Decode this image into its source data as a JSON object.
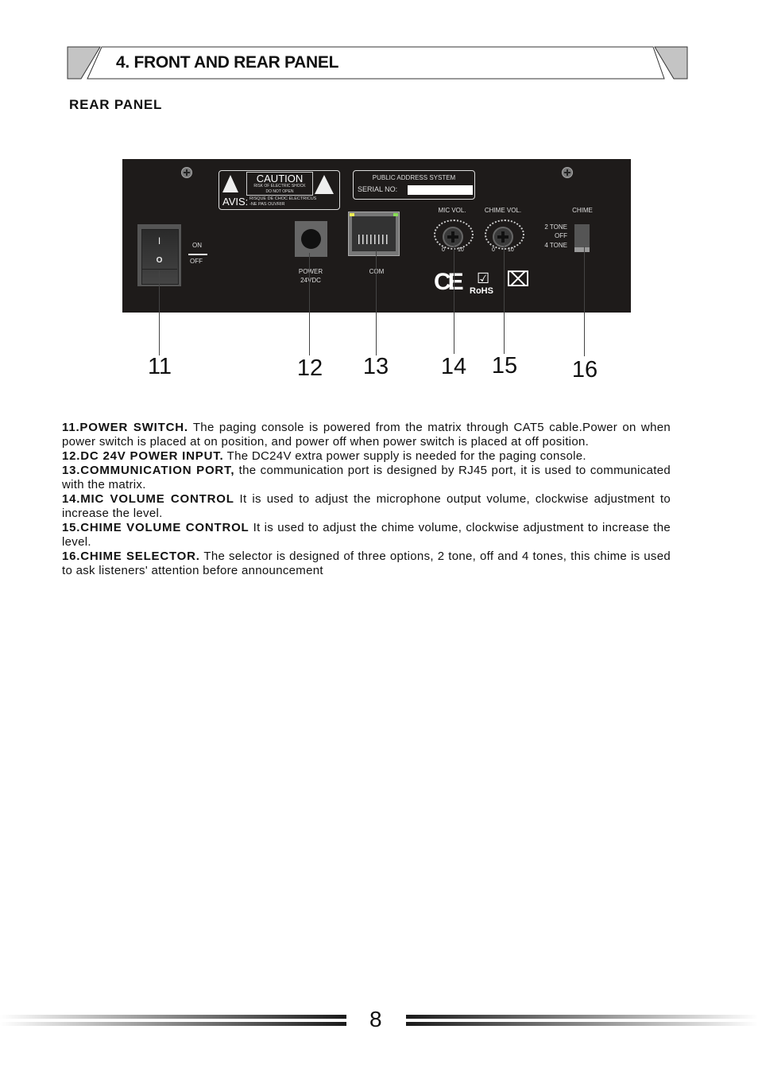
{
  "header": {
    "title": "4.  FRONT AND REAR PANEL"
  },
  "section": {
    "title": "REAR PANEL"
  },
  "panel": {
    "caution": {
      "title": "CAUTION",
      "line1": "RISK OF ELECTRIC SHOCK",
      "line2": "DO NOT OPEN",
      "avis": "AVIS:",
      "avis1": "RISQUE DE CHOC ELECTRICUS",
      "avis2": "-NE PAS OUVRIR"
    },
    "pa_label": {
      "title": "PUBLIC ADDRESS SYSTEM",
      "serial": "SERIAL  NO:"
    },
    "switch": {
      "on_symbol": "I",
      "off_symbol": "O",
      "on": "ON",
      "off": "OFF"
    },
    "power": {
      "line1": "POWER",
      "line2": "24VDC"
    },
    "com": "COM",
    "mic_vol": {
      "label": "MIC VOL.",
      "min": "0",
      "max": "10"
    },
    "chime_vol": {
      "label": "CHIME VOL.",
      "min": "0",
      "max": "10"
    },
    "chime": {
      "label": "CHIME",
      "options": [
        "2 TONE",
        "OFF",
        "4 TONE"
      ]
    },
    "marks": {
      "ce": "CE",
      "rohs": "RoHS"
    }
  },
  "callouts": [
    "11",
    "12",
    "13",
    "14",
    "15",
    "16"
  ],
  "descriptions": [
    {
      "title": "11.POWER SWITCH.",
      "text": " The paging console is powered from the matrix through CAT5 cable.Power on when power switch is placed at on position, and power off when power switch is placed at off position."
    },
    {
      "title": "12.DC 24V POWER INPUT.",
      "text": " The DC24V extra power supply is needed for the paging console."
    },
    {
      "title": "13.COMMUNICATION PORT,",
      "text": " the communication port is designed by RJ45 port, it is used to communicated with the matrix."
    },
    {
      "title": "14.MIC VOLUME CONTROL",
      "text": " It is used to adjust the microphone output volume, clockwise adjustment to increase the level."
    },
    {
      "title": "15.CHIME VOLUME CONTROL",
      "text": " It is used to adjust the chime volume, clockwise adjustment to increase the level."
    },
    {
      "title": "16.CHIME SELECTOR.",
      "text": " The selector is designed of three options, 2 tone, off and 4 tones, this chime is used to ask listeners' attention before announcement"
    }
  ],
  "footer": {
    "page_number": "8"
  }
}
